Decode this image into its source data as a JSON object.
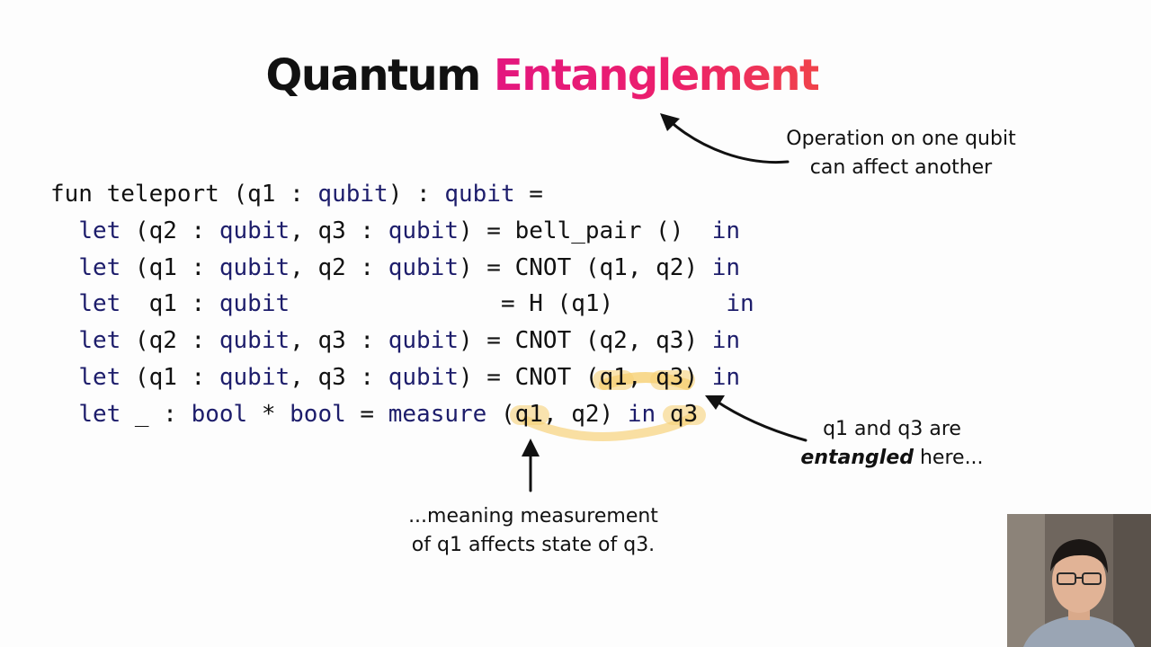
{
  "slide": {
    "title_part1": "Quantum ",
    "title_part2": "Entanglement",
    "title_accent_colors": [
      "#e3177f",
      "#f0434a"
    ]
  },
  "code": {
    "lines": [
      [
        {
          "t": "fun teleport (q1 : ",
          "k": false
        },
        {
          "t": "qubit",
          "k": true
        },
        {
          "t": ") : ",
          "k": false
        },
        {
          "t": "qubit",
          "k": true
        },
        {
          "t": " =",
          "k": false
        }
      ],
      [
        {
          "t": "  ",
          "k": false
        },
        {
          "t": "let",
          "k": true
        },
        {
          "t": " (q2 : ",
          "k": false
        },
        {
          "t": "qubit",
          "k": true
        },
        {
          "t": ", q3 : ",
          "k": false
        },
        {
          "t": "qubit",
          "k": true
        },
        {
          "t": ") = bell_pair ()  ",
          "k": false
        },
        {
          "t": "in",
          "k": true
        }
      ],
      [
        {
          "t": "  ",
          "k": false
        },
        {
          "t": "let",
          "k": true
        },
        {
          "t": " (q1 : ",
          "k": false
        },
        {
          "t": "qubit",
          "k": true
        },
        {
          "t": ", q2 : ",
          "k": false
        },
        {
          "t": "qubit",
          "k": true
        },
        {
          "t": ") = CNOT (q1, q2) ",
          "k": false
        },
        {
          "t": "in",
          "k": true
        }
      ],
      [
        {
          "t": "  ",
          "k": false
        },
        {
          "t": "let",
          "k": true
        },
        {
          "t": "  q1 : ",
          "k": false
        },
        {
          "t": "qubit",
          "k": true
        },
        {
          "t": "               = H (q1)        ",
          "k": false
        },
        {
          "t": "in",
          "k": true
        }
      ],
      [
        {
          "t": "  ",
          "k": false
        },
        {
          "t": "let",
          "k": true
        },
        {
          "t": " (q2 : ",
          "k": false
        },
        {
          "t": "qubit",
          "k": true
        },
        {
          "t": ", q3 : ",
          "k": false
        },
        {
          "t": "qubit",
          "k": true
        },
        {
          "t": ") = CNOT (q2, q3) ",
          "k": false
        },
        {
          "t": "in",
          "k": true
        }
      ],
      [
        {
          "t": "  ",
          "k": false
        },
        {
          "t": "let",
          "k": true
        },
        {
          "t": " (q1 : ",
          "k": false
        },
        {
          "t": "qubit",
          "k": true
        },
        {
          "t": ", q3 : ",
          "k": false
        },
        {
          "t": "qubit",
          "k": true
        },
        {
          "t": ") = CNOT (q1, q3) ",
          "k": false
        },
        {
          "t": "in",
          "k": true
        }
      ],
      [
        {
          "t": "  ",
          "k": false
        },
        {
          "t": "let",
          "k": true
        },
        {
          "t": " _ : ",
          "k": false
        },
        {
          "t": "bool",
          "k": true
        },
        {
          "t": " * ",
          "k": false
        },
        {
          "t": "bool",
          "k": true
        },
        {
          "t": " = ",
          "k": false
        },
        {
          "t": "measure",
          "k": true
        },
        {
          "t": " (q1, q2) ",
          "k": false
        },
        {
          "t": "in",
          "k": true
        },
        {
          "t": " q3",
          "k": false
        }
      ]
    ],
    "keyword_color": "#1d1d6b",
    "highlight_color": "#f7d27a"
  },
  "annotations": {
    "top_line1": "Operation on one qubit",
    "top_line2": "can affect another",
    "right_line1": "q1 and q3 are",
    "right_bold": "entangled",
    "right_rest": " here...",
    "bottom_line1": "...meaning measurement",
    "bottom_line2": "of q1 affects state of q3."
  },
  "webcam": {
    "shirt_color": "#9aa5b4",
    "wall_color": "#6f665e"
  }
}
